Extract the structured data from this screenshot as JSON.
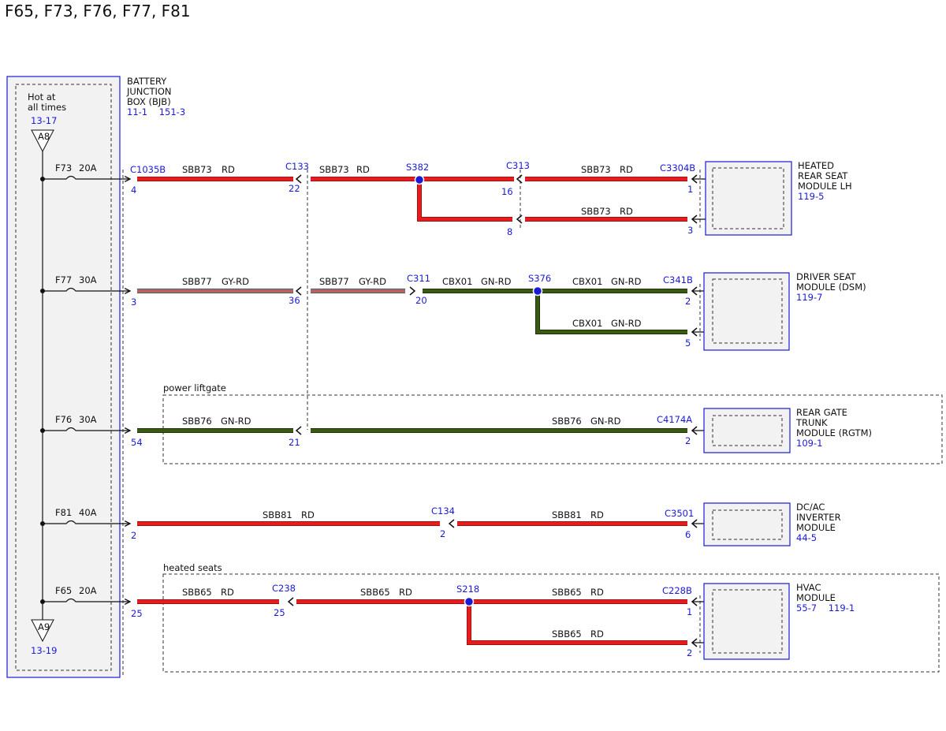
{
  "title": "F65, F73, F76, F77, F81",
  "bjb": {
    "name_lines": [
      "BATTERY",
      "JUNCTION",
      "BOX (BJB)"
    ],
    "ref": "11-1    151-3",
    "hot_lines": [
      "Hot at",
      "all times"
    ],
    "hot_ref": "13-17",
    "top_ref": "A8",
    "bottom_ref": "A9",
    "bottom_page": "13-19"
  },
  "groups": {
    "liftgate": "power liftgate",
    "heated": "heated seats"
  },
  "colors": {
    "red": "#e81c1c",
    "green": "#3a5a14",
    "gray": "#9a8a8a",
    "blue": "#1a1ad6"
  },
  "fuses": [
    {
      "name": "F73",
      "amp": "20A"
    },
    {
      "name": "F77",
      "amp": "30A"
    },
    {
      "name": "F76",
      "amp": "30A"
    },
    {
      "name": "F81",
      "amp": "40A"
    },
    {
      "name": "F65",
      "amp": "20A"
    }
  ],
  "connectors": [
    {
      "id": "C1035B",
      "pins": [
        "4",
        "3",
        "54",
        "2",
        "25"
      ]
    },
    {
      "id": "C133",
      "pins": [
        "22",
        "36",
        "21"
      ]
    },
    {
      "id": "C313",
      "pins": [
        "16",
        "8"
      ]
    },
    {
      "id": "C311",
      "pins": [
        "20"
      ]
    },
    {
      "id": "C134",
      "pins": [
        "2"
      ]
    },
    {
      "id": "C238",
      "pins": [
        "25"
      ]
    },
    {
      "id": "C3304B",
      "pins": [
        "1",
        "3"
      ]
    },
    {
      "id": "C341B",
      "pins": [
        "2",
        "5"
      ]
    },
    {
      "id": "C4174A",
      "pins": [
        "2"
      ]
    },
    {
      "id": "C3501",
      "pins": [
        "6"
      ]
    },
    {
      "id": "C228B",
      "pins": [
        "1",
        "2"
      ]
    }
  ],
  "splices": [
    "S382",
    "S376",
    "S218"
  ],
  "wires": [
    {
      "circuit": "SBB73",
      "color": "RD"
    },
    {
      "circuit": "SBB73",
      "color": "RD"
    },
    {
      "circuit": "SBB73",
      "color": "RD"
    },
    {
      "circuit": "SBB73",
      "color": "RD"
    },
    {
      "circuit": "SBB77",
      "color": "GY-RD"
    },
    {
      "circuit": "SBB77",
      "color": "GY-RD"
    },
    {
      "circuit": "CBX01",
      "color": "GN-RD"
    },
    {
      "circuit": "CBX01",
      "color": "GN-RD"
    },
    {
      "circuit": "CBX01",
      "color": "GN-RD"
    },
    {
      "circuit": "SBB76",
      "color": "GN-RD"
    },
    {
      "circuit": "SBB76",
      "color": "GN-RD"
    },
    {
      "circuit": "SBB81",
      "color": "RD"
    },
    {
      "circuit": "SBB81",
      "color": "RD"
    },
    {
      "circuit": "SBB65",
      "color": "RD"
    },
    {
      "circuit": "SBB65",
      "color": "RD"
    },
    {
      "circuit": "SBB65",
      "color": "RD"
    },
    {
      "circuit": "SBB65",
      "color": "RD"
    }
  ],
  "modules": [
    {
      "lines": [
        "HEATED",
        "REAR SEAT",
        "MODULE LH"
      ],
      "ref": "119-5"
    },
    {
      "lines": [
        "DRIVER SEAT",
        "MODULE (DSM)"
      ],
      "ref": "119-7"
    },
    {
      "lines": [
        "REAR GATE",
        "TRUNK",
        "MODULE (RGTM)"
      ],
      "ref": "109-1"
    },
    {
      "lines": [
        "DC/AC",
        "INVERTER",
        "MODULE"
      ],
      "ref": "44-5"
    },
    {
      "lines": [
        "HVAC",
        "MODULE"
      ],
      "ref": "55-7    119-1"
    }
  ]
}
